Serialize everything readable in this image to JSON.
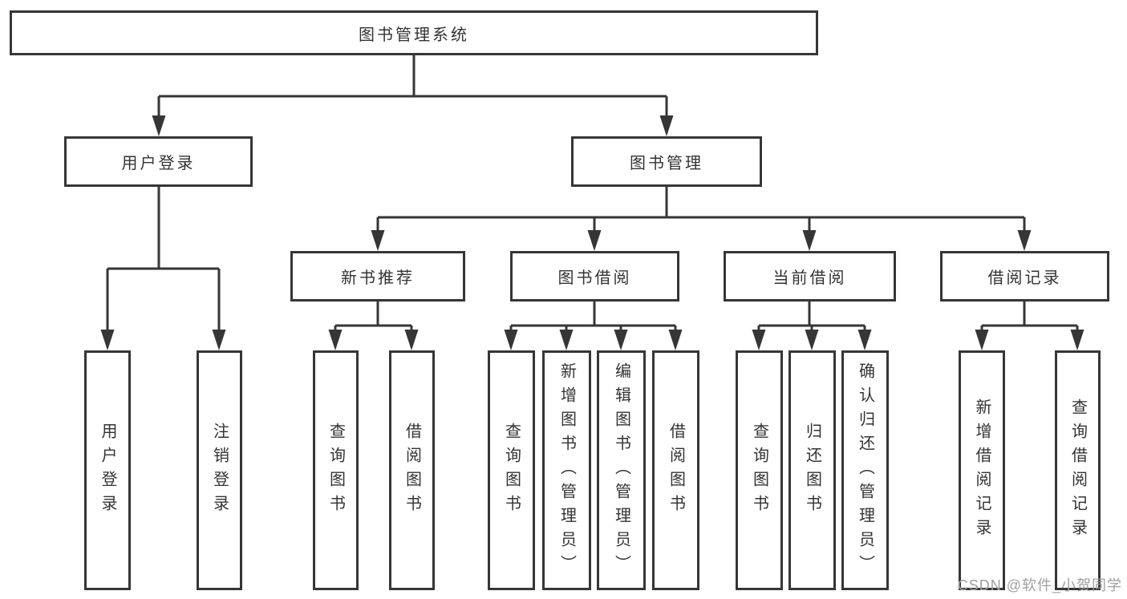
{
  "diagram": {
    "type": "hierarchy-tree",
    "root": {
      "label": "图书管理系统",
      "children": [
        {
          "label": "用户登录",
          "children": [
            {
              "label": "用户登录"
            },
            {
              "label": "注销登录"
            }
          ]
        },
        {
          "label": "图书管理",
          "children": [
            {
              "label": "新书推荐",
              "children": [
                {
                  "label": "查询图书"
                },
                {
                  "label": "借阅图书"
                }
              ]
            },
            {
              "label": "图书借阅",
              "children": [
                {
                  "label": "查询图书"
                },
                {
                  "label": "新增图书（管理员）"
                },
                {
                  "label": "编辑图书（管理员）"
                },
                {
                  "label": "借阅图书"
                }
              ]
            },
            {
              "label": "当前借阅",
              "children": [
                {
                  "label": "查询图书"
                },
                {
                  "label": "归还图书"
                },
                {
                  "label": "确认归还（管理员）"
                }
              ]
            },
            {
              "label": "借阅记录",
              "children": [
                {
                  "label": "新增借阅记录"
                },
                {
                  "label": "查询借阅记录"
                }
              ]
            }
          ]
        }
      ]
    }
  },
  "watermark": {
    "text": "CSDN @软件_小贺同学"
  },
  "colors": {
    "line": "#363636",
    "box_border": "#363636",
    "text": "#333333",
    "watermark": "#a0a0a0",
    "background": "#ffffff"
  }
}
